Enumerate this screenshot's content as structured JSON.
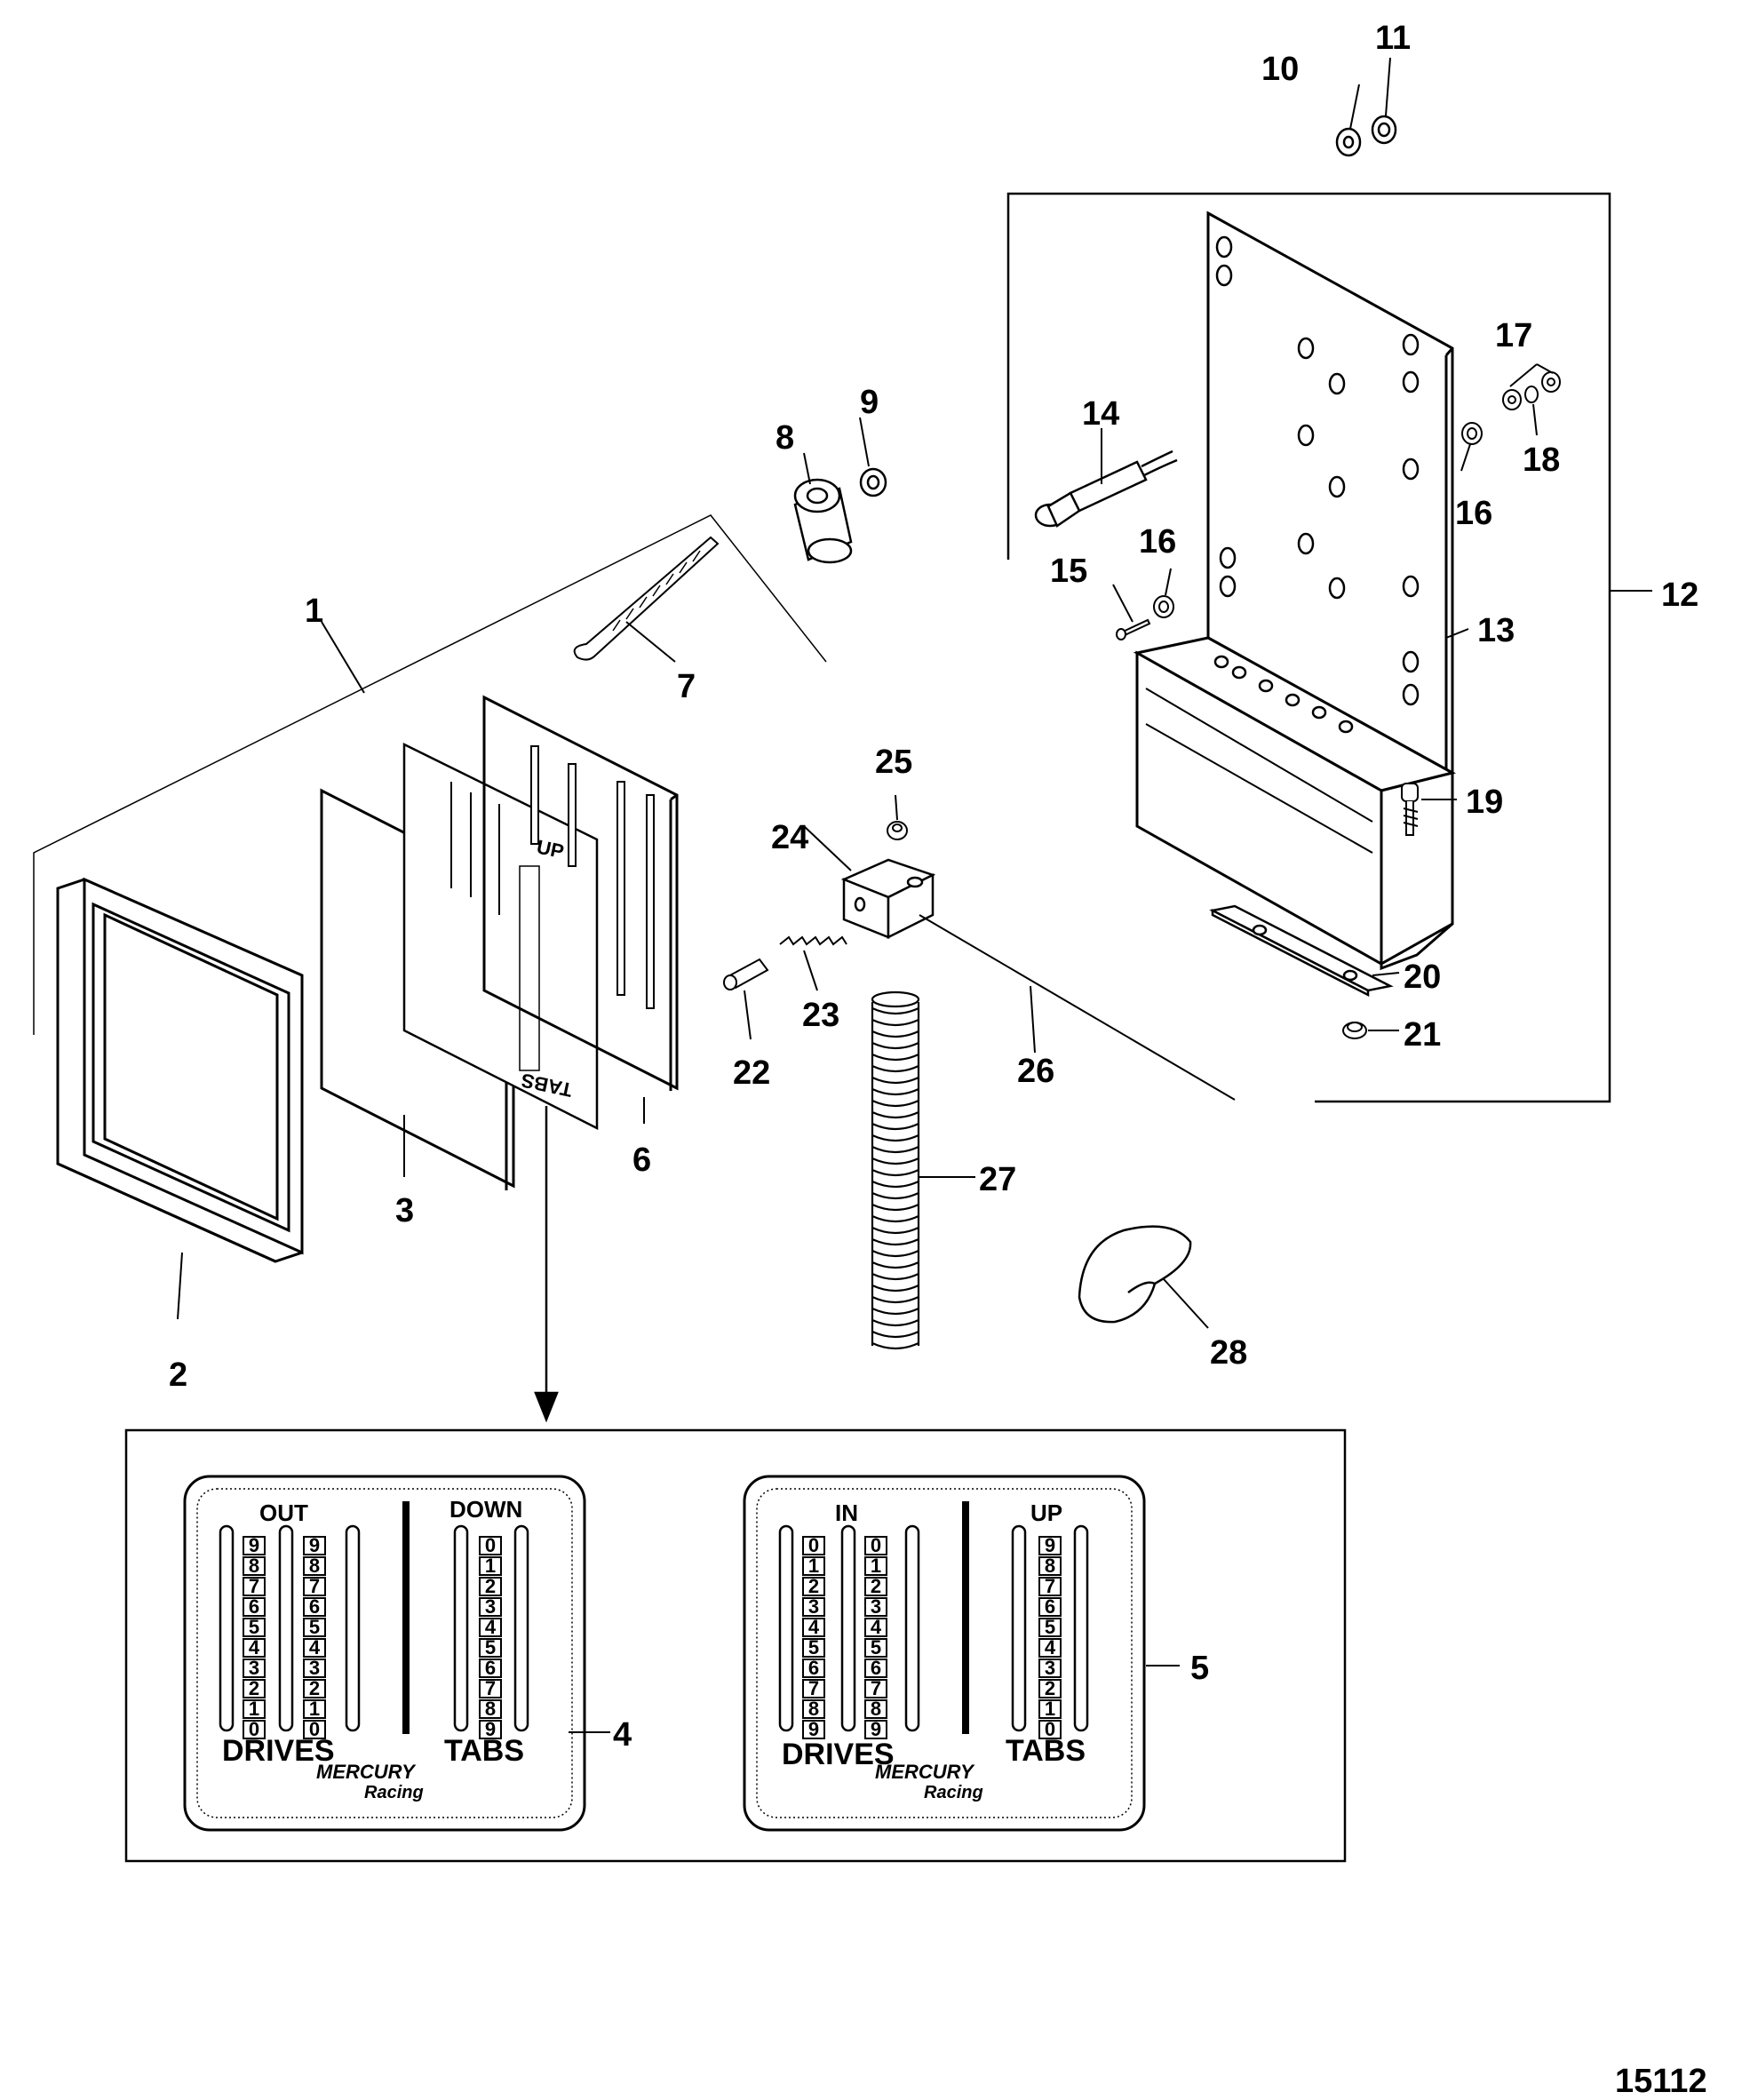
{
  "callouts": [
    "1",
    "2",
    "3",
    "4",
    "5",
    "6",
    "7",
    "8",
    "9",
    "10",
    "11",
    "12",
    "13",
    "14",
    "15",
    "16",
    "16",
    "17",
    "18",
    "19",
    "20",
    "21",
    "22",
    "23",
    "24",
    "25",
    "26",
    "27",
    "28"
  ],
  "figure_number": "15112",
  "decal_small_text": "UP",
  "decal_small_text_bottom": "TABS",
  "decal_left": {
    "drives_header": "OUT",
    "tabs_header": "DOWN",
    "drives_label": "DRIVES",
    "tabs_label": "TABS",
    "drive_scale": [
      "9",
      "8",
      "7",
      "6",
      "5",
      "4",
      "3",
      "2",
      "1",
      "0"
    ],
    "tab_scale": [
      "0",
      "1",
      "2",
      "3",
      "4",
      "5",
      "6",
      "7",
      "8",
      "9"
    ],
    "logo_top": "MERCURY",
    "logo_bottom": "Racing"
  },
  "decal_right": {
    "drives_header": "IN",
    "tabs_header": "UP",
    "drives_label": "DRIVES",
    "tabs_label": "TABS",
    "drive_scale": [
      "0",
      "1",
      "2",
      "3",
      "4",
      "5",
      "6",
      "7",
      "8",
      "9"
    ],
    "tab_scale": [
      "9",
      "8",
      "7",
      "6",
      "5",
      "4",
      "3",
      "2",
      "1",
      "0"
    ],
    "logo_top": "MERCURY",
    "logo_bottom": "Racing"
  }
}
